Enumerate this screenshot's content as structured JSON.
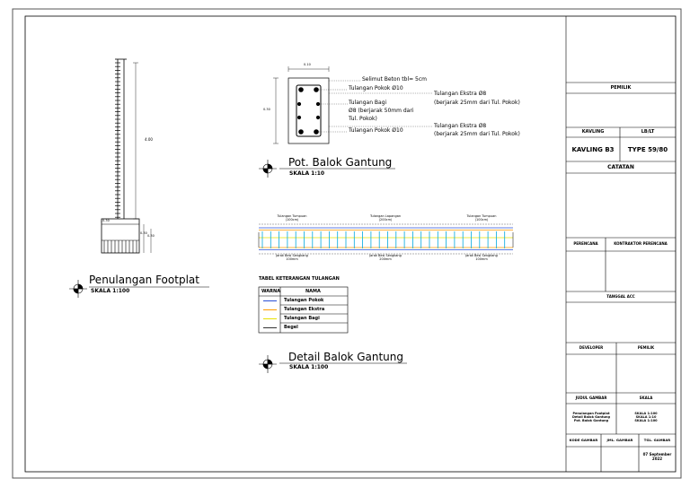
{
  "footplat": {
    "title": "Penulangan Footplat",
    "scale": "SKALA 1:100",
    "dim_height": "4.00",
    "dim_a": "0.30",
    "dim_b": "0.30",
    "dim_c": "0.30"
  },
  "pot_balok": {
    "title": "Pot. Balok Gantung",
    "scale": "SKALA 1:10",
    "dim_width": "0.10",
    "dim_height": "0.30",
    "callouts": [
      "Selimut Beton tbl= 5cm",
      "Tulangan Pokok Ø10",
      "Tulangan Bagi",
      "Ø8 (berjarak 50mm dari",
      "Tul. Pokok)",
      "Tulangan Pokok Ø10",
      "Tulangan Ekstra Ø8",
      "(berjarak 25mm dari Tul. Pokok)",
      "Tulangan Ekstra Ø8",
      "(berjarak 25mm dari Tul. Pokok)"
    ]
  },
  "detail_balok": {
    "title": "Detail Balok Gantung",
    "scale": "SKALA 1:100",
    "top_labels": [
      {
        "t1": "Tulangan Tumpuan",
        "t2": "(100cm)"
      },
      {
        "t1": "Tulangan Lapangan",
        "t2": "(200cm)"
      },
      {
        "t1": "Tulangan Tumpuan",
        "t2": "(100cm)"
      }
    ],
    "bottom_labels": [
      {
        "t1": "Jarak Besi Sengkang",
        "t2": "100mm"
      },
      {
        "t1": "Jarak Besi Sengkang",
        "t2": "200mm"
      },
      {
        "t1": "Jarak Besi Sengkang",
        "t2": "100mm"
      }
    ]
  },
  "legend": {
    "title": "TABEL KETERANGAN TULANGAN",
    "col_warna": "WARNA",
    "col_nama": "NAMA",
    "rows": [
      {
        "name": "Tulangan Pokok",
        "color": "#2a4fd6"
      },
      {
        "name": "Tulangan Ekstra",
        "color": "#ff9a00"
      },
      {
        "name": "Tulangan Bagi",
        "color": "#e8e000"
      },
      {
        "name": "Begel",
        "color": "#333333"
      }
    ]
  },
  "title_block": {
    "pemilik": "PEMILIK",
    "kavling": "KAVLING",
    "lblt": "LB/LT",
    "kavling_val": "KAVLING B3",
    "type_val": "TYPE 59/80",
    "catatan": "CATATAN",
    "perencana": "PERENCANA",
    "kontraktor": "KONTRAKTOR PERENCANA",
    "tanggal_acc": "TANGGAL ACC",
    "developer": "DEVELOPER",
    "pemilik2": "PEMILIK",
    "judul_gambar": "JUDUL GAMBAR",
    "skala": "SKALA",
    "judul_lines": [
      "Penulangan Footplat",
      "Detail Balok Gantung",
      "Pot. Balok Gantung"
    ],
    "skala_lines": [
      "SKALA 1:100",
      "SKALA 1:10",
      "SKALA 1:100"
    ],
    "kode_gambar": "KODE GAMBAR",
    "jml_gambar": "JML. GAMBAR",
    "tgl_gambar": "TGL. GAMBAR",
    "tgl_val_1": "07 September",
    "tgl_val_2": "2022"
  },
  "colors": {
    "pokok": "#2a4fd6",
    "ekstra": "#ff9a00",
    "bagi": "#e8e000",
    "begel": "#333333",
    "sengkang_detail": "#00a9e0"
  }
}
